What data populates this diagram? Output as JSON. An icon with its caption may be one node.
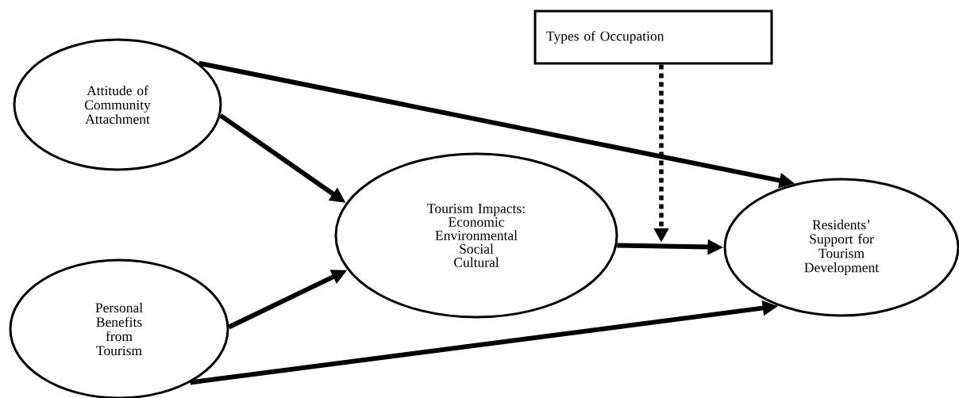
{
  "diagram": {
    "nodes": [
      {
        "text": [
          "Attitude of Community Attachment"
        ]
      },
      {
        "text": [
          "Personal Benefits from Tourism"
        ]
      },
      {
        "text": [
          "Tourism Impacts:",
          "Economic",
          "Environmental",
          "Social",
          "Cultural"
        ]
      },
      {
        "text": [
          "Residents’ Support for Tourism Development"
        ]
      },
      {
        "text": [
          "Types of Occupation"
        ]
      }
    ],
    "edges": [
      {
        "from": 0,
        "to": 3,
        "arrow": "to"
      },
      {
        "from": 0,
        "to": 2,
        "arrow": "to"
      },
      {
        "from": 1,
        "to": 2,
        "arrow": "to"
      },
      {
        "from": 2,
        "to": 3,
        "arrow": "to"
      },
      {
        "from": 1,
        "to": 3,
        "arrow": "to"
      },
      {
        "from": 4,
        "to": null,
        "arrow": "to",
        "style": "dashed"
      }
    ]
  }
}
